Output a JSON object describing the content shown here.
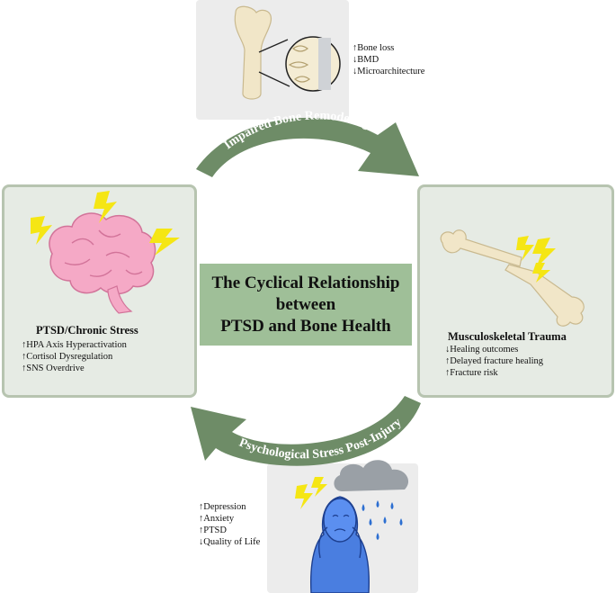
{
  "title": {
    "line1": "The Cyclical Relationship",
    "line2": "between",
    "line3": "PTSD and Bone Health"
  },
  "arrows": {
    "top": "Impaired Bone Remodeling",
    "bottom": "Psychological Stress Post-Injury"
  },
  "top_panel": {
    "lines": [
      "↑Bone loss",
      "↓BMD",
      "↓Microarchitecture"
    ]
  },
  "left_panel": {
    "heading": "PTSD/Chronic Stress",
    "lines": [
      "↑HPA Axis Hyperactivation",
      "↑Cortisol Dysregulation",
      "↑SNS Overdrive"
    ]
  },
  "right_panel": {
    "heading": "Musculoskeletal Trauma",
    "lines": [
      "↓Healing outcomes",
      "↑Delayed fracture healing",
      "↑Fracture risk"
    ]
  },
  "bottom_panel": {
    "lines": [
      "↑Depression",
      "↑Anxiety",
      "↑PTSD",
      "↓Quality of Life"
    ]
  },
  "colors": {
    "arrow": "#6e8c67",
    "panel_fill": "#e6ebe4",
    "panel_border": "#b7c4b0",
    "title_fill": "#9fbf98",
    "bolt": "#f5e614",
    "brain": "#f5a9c6",
    "bone": "#f1e6c8",
    "person": "#4a7ee0",
    "cloud": "#9aa0a6",
    "rain": "#2d6fd1"
  },
  "icons": [
    "bone-closeup-icon",
    "brain-icon",
    "lightning-icon",
    "broken-bone-icon",
    "sad-person-icon",
    "rain-cloud-icon"
  ]
}
